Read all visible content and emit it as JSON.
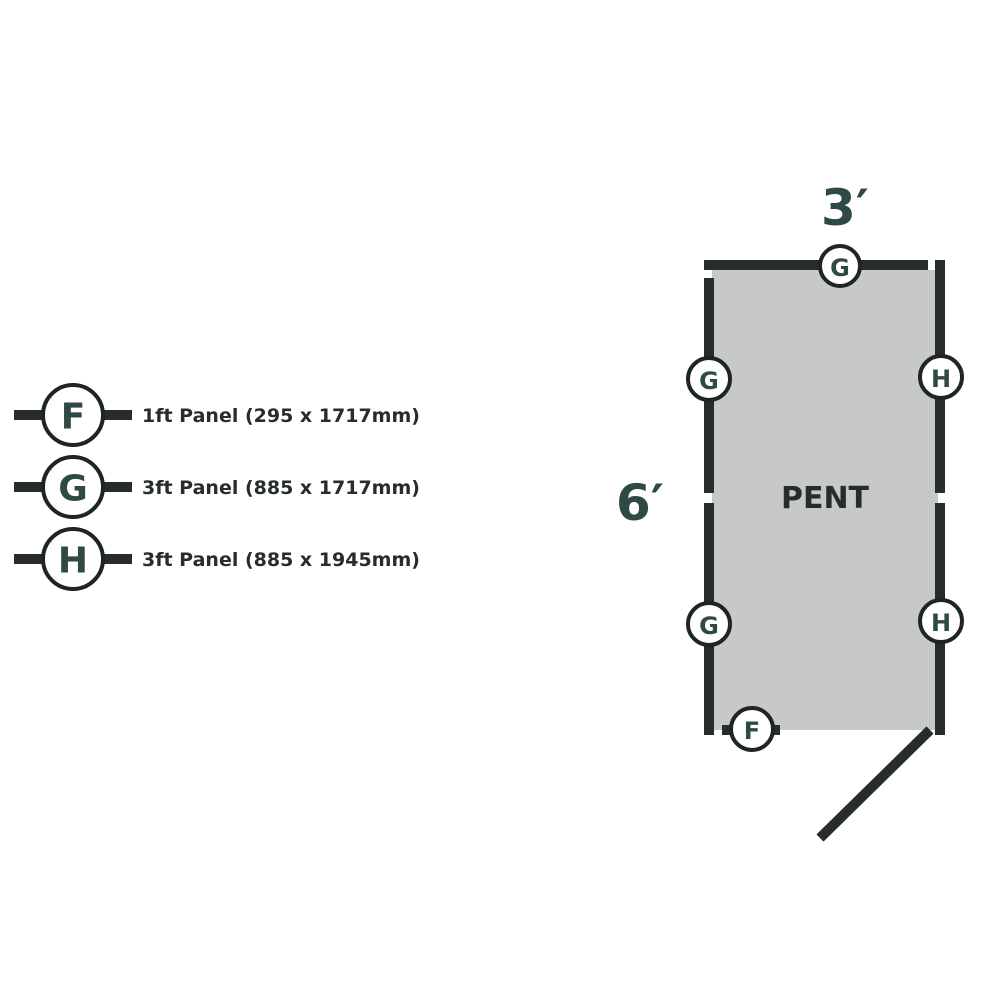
{
  "legend": [
    {
      "letter": "F",
      "label": "1ft Panel (295 x 1717mm)"
    },
    {
      "letter": "G",
      "label": "3ft Panel (885 x 1717mm)"
    },
    {
      "letter": "H",
      "label": "3ft Panel (885 x 1945mm)"
    }
  ],
  "plan": {
    "width_label": "3′",
    "depth_label": "6′",
    "roof_type": "PENT",
    "panels": {
      "top": "G",
      "left_upper": "G",
      "left_lower": "G",
      "right_upper": "H",
      "right_lower": "H",
      "front": "F"
    }
  },
  "colors": {
    "wall": "#272c2d",
    "floor": "#c6c8ca",
    "letter": "#2f4a44"
  }
}
